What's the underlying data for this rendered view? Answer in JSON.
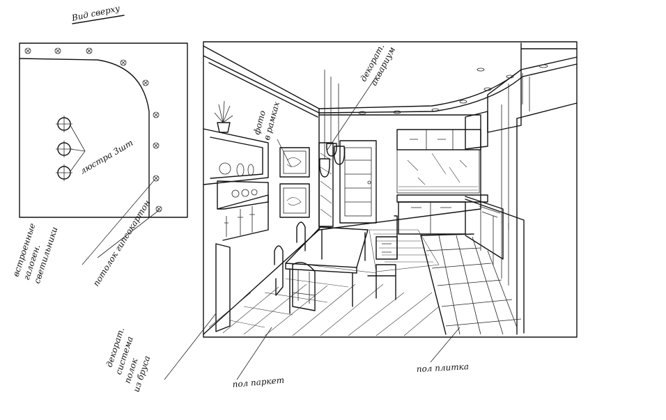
{
  "title": "Вид сверху",
  "labels": {
    "lustra": "люстра 3шт",
    "photo_line1": "фото",
    "photo_line2": "в рамках",
    "decor_line1": "декорат.",
    "decor_line2": "аквариум",
    "spots_line1": "встроенные",
    "spots_line2": "галоген.",
    "spots_line3": "светильники",
    "ceiling": "потолок гипсокартон",
    "shelves_line1": "декорат.",
    "shelves_line2": "система",
    "shelves_line3": "полок",
    "shelves_line4": "из бруса",
    "parquet": "пол паркет",
    "tile": "пол плитка"
  },
  "colors": {
    "ink": "#111111",
    "paper": "#ffffff"
  }
}
